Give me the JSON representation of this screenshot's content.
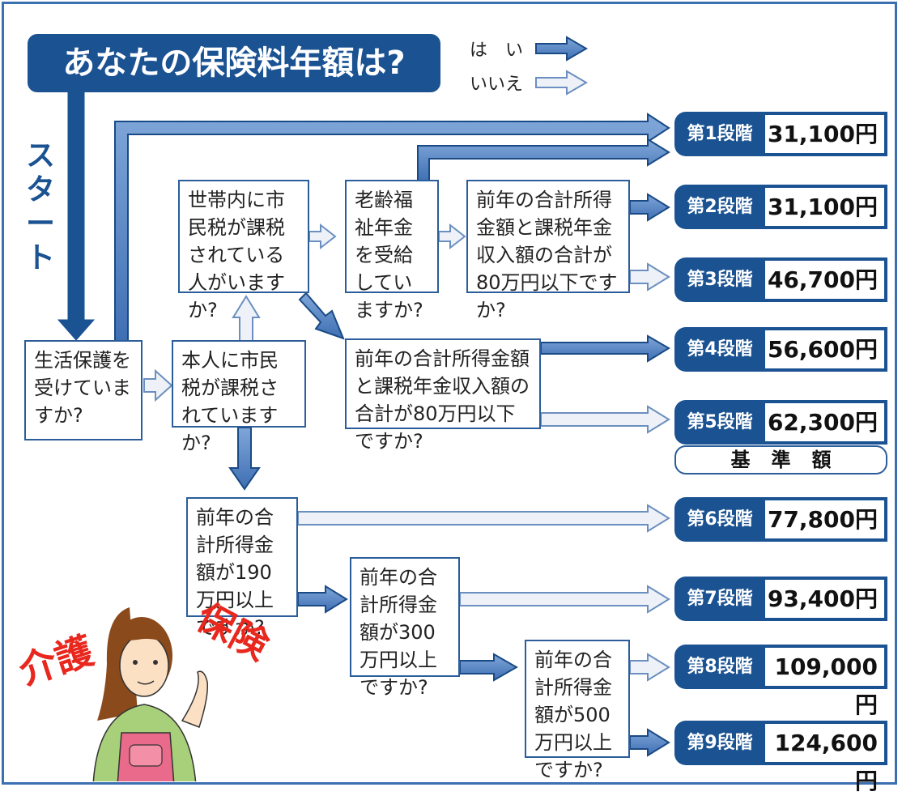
{
  "title": "あなたの保険料年額は?",
  "legend": {
    "yes": "は　い",
    "no": "いいえ"
  },
  "start_label": "スタート",
  "questions": {
    "welfare": "生活保護を受けていますか?",
    "self_tax": "本人に市民税が課税されていますか?",
    "household_tax": "世帯内に市民税が課税されている人がいますか?",
    "pension": "老齢福祉年金を受給していますか?",
    "income_80_a": "前年の合計所得金額と課税年金収入額の合計が80万円以下ですか?",
    "income_80_b": "前年の合計所得金額と課税年金収入額の合計が80万円以下ですか?",
    "income_190": "前年の合計所得金額が190万円以上ですか?",
    "income_300": "前年の合計所得金額が300万円以上ですか?",
    "income_500": "前年の合計所得金額が500万円以上ですか?"
  },
  "stages": [
    {
      "name": "第1段階",
      "amount": "31,100円"
    },
    {
      "name": "第2段階",
      "amount": "31,100円"
    },
    {
      "name": "第3段階",
      "amount": "46,700円"
    },
    {
      "name": "第4段階",
      "amount": "56,600円"
    },
    {
      "name": "第5段階",
      "amount": "62,300円"
    },
    {
      "name": "第6段階",
      "amount": "77,800円"
    },
    {
      "name": "第7段階",
      "amount": "93,400円"
    },
    {
      "name": "第8段階",
      "amount": "109,000円"
    },
    {
      "name": "第9段階",
      "amount": "124,600円"
    }
  ],
  "base_label": "基準額",
  "deco_text": {
    "left": "介護",
    "right": "保険"
  },
  "colors": {
    "primary": "#1a5292",
    "yes_arrow": "#4a7cc0",
    "no_arrow": "#eef2f8",
    "deco_red": "#e8281e"
  }
}
